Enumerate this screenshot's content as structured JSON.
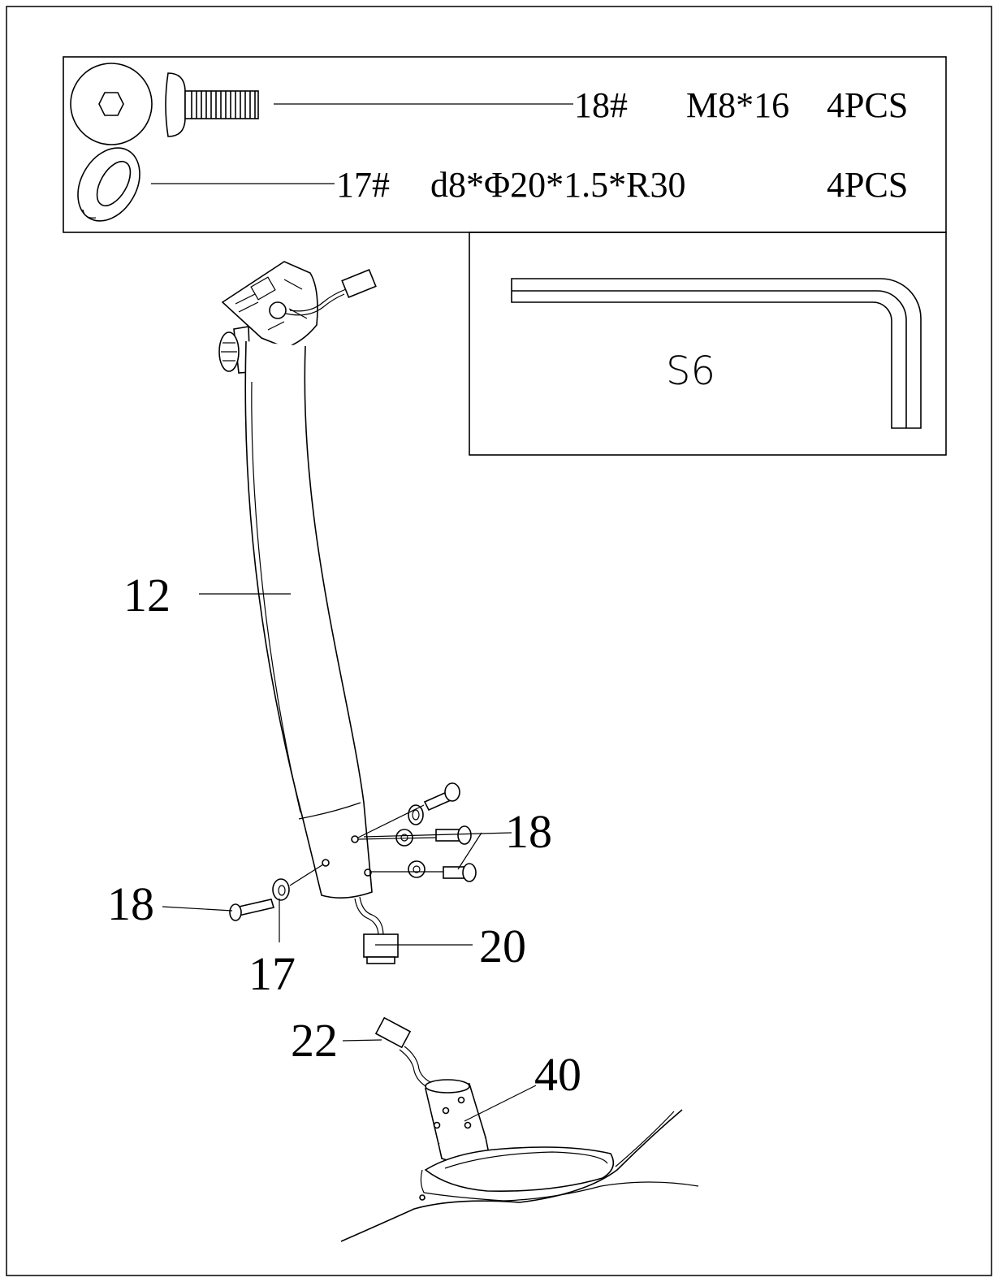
{
  "hardware": {
    "bolt": {
      "code": "18#",
      "size": "M8*16",
      "qty": "4PCS"
    },
    "washer": {
      "code": "17#",
      "size": "d8*Φ20*1.5*R30",
      "qty": "4PCS"
    }
  },
  "tool": {
    "label": "S6"
  },
  "callouts": {
    "post": "12",
    "bolts_right": "18",
    "bolt_left": "18",
    "washer_left": "17",
    "connector_upper": "20",
    "connector_lower": "22",
    "frame_sleeve": "40"
  }
}
